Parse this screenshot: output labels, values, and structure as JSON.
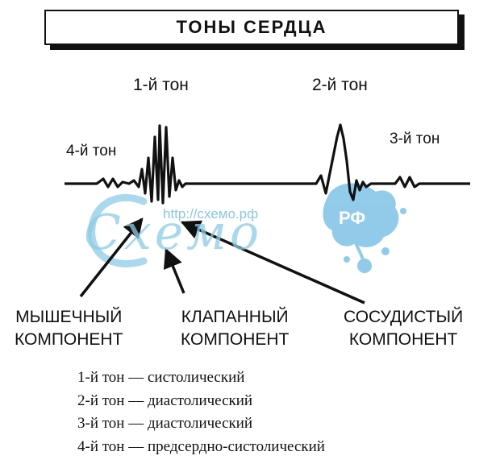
{
  "title": "ТОНЫ СЕРДЦА",
  "tone_labels": {
    "t1": "1-й тон",
    "t2": "2-й тон",
    "t3": "3-й тон",
    "t4": "4-й тон"
  },
  "components": {
    "muscle": {
      "line1": "МЫШЕЧНЫЙ",
      "line2": "КОМПОНЕНТ"
    },
    "valve": {
      "line1": "КЛАПАННЫЙ",
      "line2": "КОМПОНЕНТ"
    },
    "vascular": {
      "line1": "СОСУДИСТЫЙ",
      "line2": "КОМПОНЕНТ"
    }
  },
  "legend": [
    "1-й тон — систолический",
    "2-й тон — диастолический",
    "3-й тон — диастолический",
    "4-й тон — предсердно-систолический"
  ],
  "watermark": {
    "url": "http://схемо.рф",
    "word": "Схемо",
    "badge": "РФ"
  },
  "colors": {
    "ink": "#111111",
    "watermark": "#8dcbe6",
    "splash": "#7ec3e6"
  }
}
